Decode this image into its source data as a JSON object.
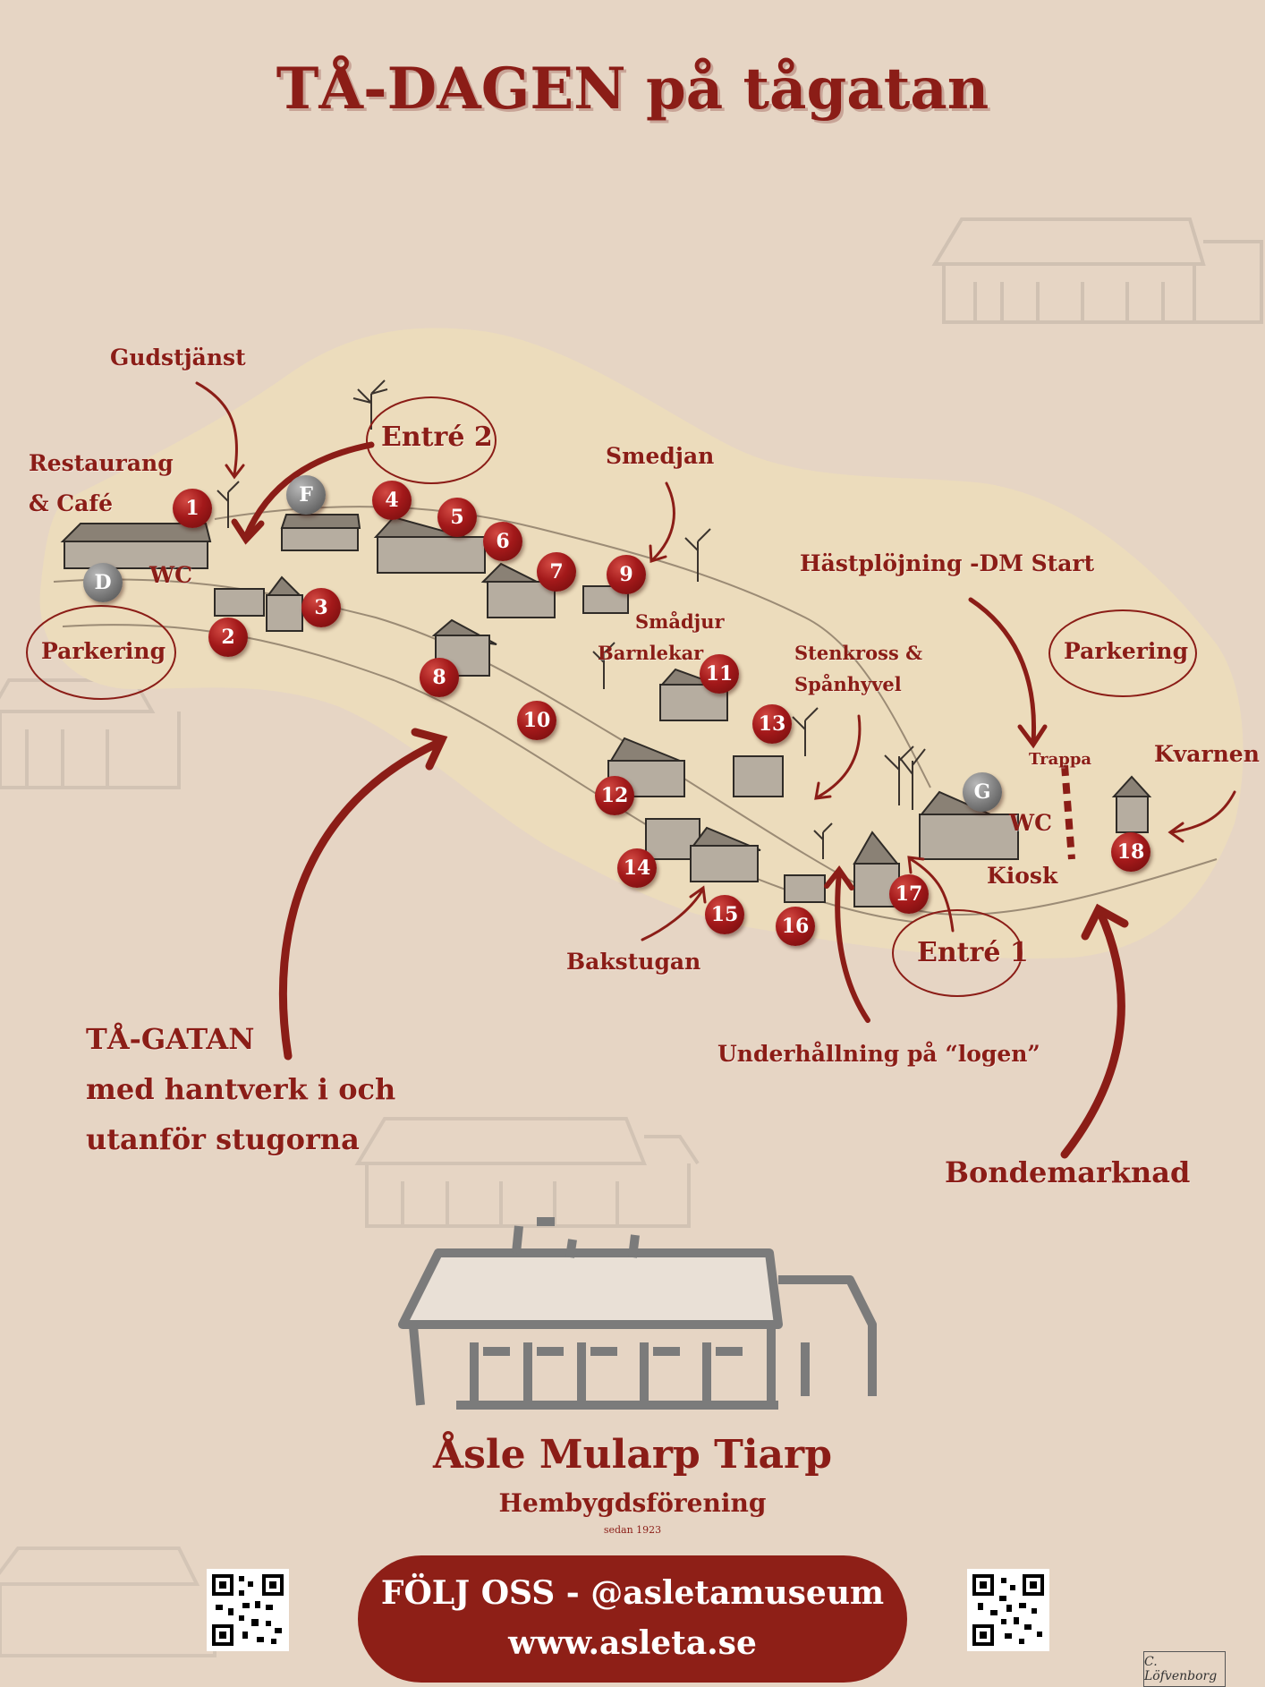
{
  "title": "TÅ-DAGEN på tågatan",
  "labels": {
    "gudstjanst": "Gudstjänst",
    "entre2": "Entré 2",
    "restaurang": "Restaurang",
    "cafe": "& Café",
    "wc_left": "WC",
    "parkering_left": "Parkering",
    "smedjan": "Smedjan",
    "hastplojning": "Hästplöjning -DM Start",
    "smadjur": "Smådjur",
    "barnlekar": "Barnlekar",
    "stenkross": "Stenkross &",
    "spanhyvel": "Spånhyvel",
    "parkering_right": "Parkering",
    "trappa": "Trappa",
    "kvarnen": "Kvarnen",
    "wc_right": "WC",
    "kiosk": "Kiosk",
    "entre1": "Entré 1",
    "bakstugan": "Bakstugan",
    "underhallning": "Underhållning på “logen”",
    "tagatan_1": "TÅ-GATAN",
    "tagatan_2": "med hantverk i och",
    "tagatan_3": "utanför stugorna",
    "bondemarknad": "Bondemarknad"
  },
  "markers": [
    "1",
    "2",
    "3",
    "4",
    "5",
    "6",
    "7",
    "8",
    "9",
    "10",
    "11",
    "12",
    "13",
    "14",
    "15",
    "16",
    "17",
    "18"
  ],
  "gray_markers": [
    "D",
    "F",
    "G"
  ],
  "organization": {
    "name": "Åsle Mularp Tiarp",
    "type": "Hembygdsförening",
    "since": "sedan 1923"
  },
  "follow": {
    "line1": "FÖLJ OSS - @asletamuseum",
    "line2": "www.asleta.se"
  },
  "signature": "C. Löfvenborg",
  "colors": {
    "accent": "#8b1d17",
    "background": "#e6d5c4",
    "map_area": "#ecdcbc",
    "marker_gray": "#808080"
  }
}
